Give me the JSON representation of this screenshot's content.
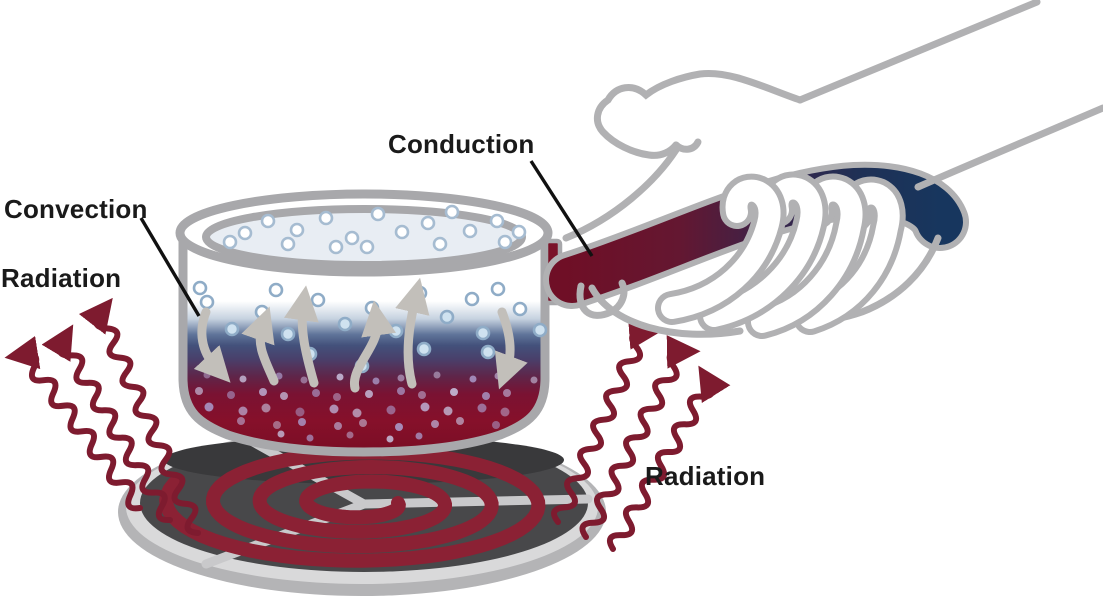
{
  "diagram": {
    "labels": {
      "conduction": "Conduction",
      "convection": "Convection",
      "radiation_left": "Radiation",
      "radiation_right": "Radiation"
    },
    "colors": {
      "hot_red": "#7e1b2f",
      "handle_hot_red": "#6f0f26",
      "cold_navy": "#17365e",
      "coil_red": "#8b2134",
      "outline_gray": "#b1b1b3",
      "pot_gray": "#a8a8ab",
      "burner_dark": "#48484a",
      "water_surface": "#e8edf3",
      "label_text": "#1a1a1a"
    }
  }
}
